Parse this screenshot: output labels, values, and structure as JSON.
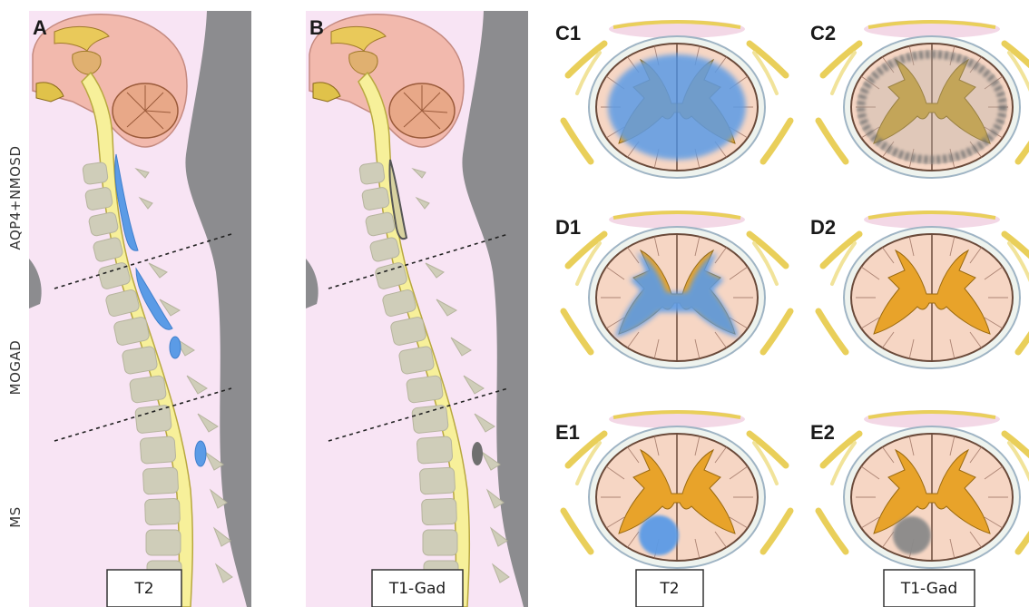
{
  "panels": {
    "A": "A",
    "B": "B",
    "C1": "C1",
    "C2": "C2",
    "D1": "D1",
    "D2": "D2",
    "E1": "E1",
    "E2": "E2"
  },
  "row_labels": {
    "nmosd": "AQP4+NMOSD",
    "mogad": "MOGAD",
    "ms": "MS"
  },
  "sequence_labels": {
    "sagittal_left": "T2",
    "sagittal_right": "T1-Gad",
    "axial_left": "T2",
    "axial_right": "T1-Gad"
  },
  "colors": {
    "t2_lesion": "#5b9be6",
    "gad_lesion": "#8a8a8a",
    "grey_matter": "#e8a32a",
    "white_matter": "#f6d6c4",
    "spinal_cord": "#f7f09a",
    "soft_tissue": "#f8e4f4",
    "background_dark": "#8c8c8f",
    "vertebra": "#cfcdb9",
    "brain": "#f2b9ad"
  }
}
